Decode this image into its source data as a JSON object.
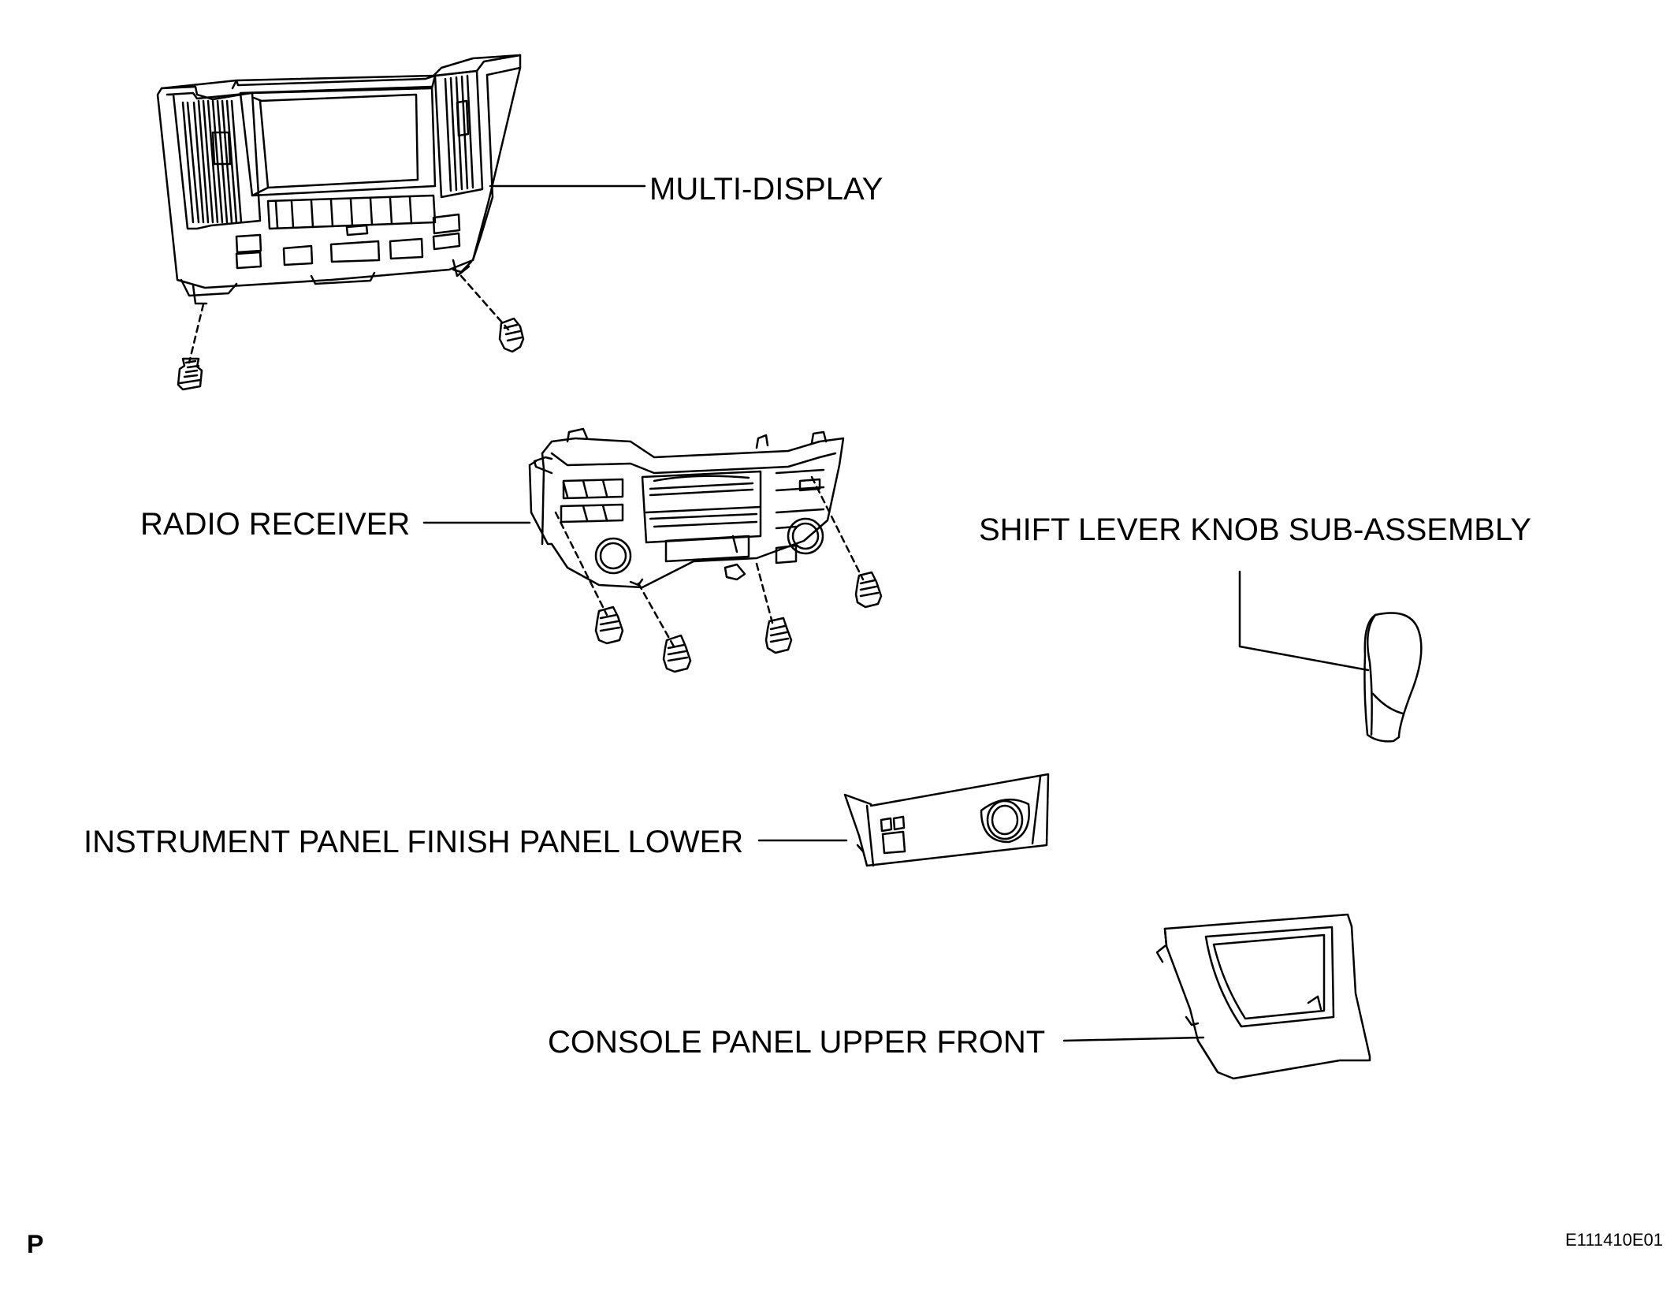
{
  "labels": {
    "multi_display": "MULTI-DISPLAY",
    "radio_receiver": "RADIO RECEIVER",
    "shift_lever_knob": "SHIFT LEVER KNOB SUB-ASSEMBLY",
    "instrument_panel_finish": "INSTRUMENT PANEL FINISH PANEL LOWER",
    "console_panel": "CONSOLE PANEL UPPER FRONT"
  },
  "footer": {
    "corner_mark": "P",
    "figure_code": "E111410E01"
  },
  "colors": {
    "line": "#000000",
    "background": "#ffffff"
  }
}
